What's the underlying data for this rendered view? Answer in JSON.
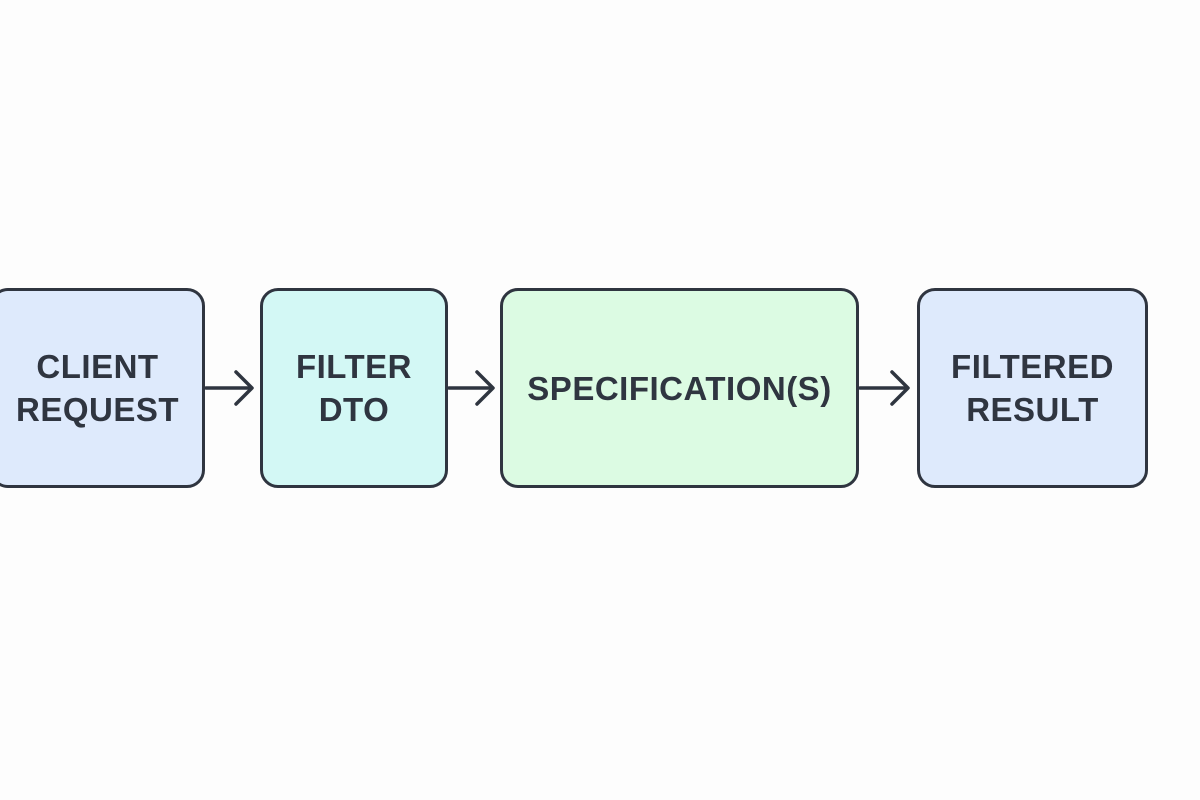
{
  "diagram": {
    "nodes": [
      {
        "id": "client",
        "label": "CLIENT\nREQUEST",
        "color": "#deeafc"
      },
      {
        "id": "filter",
        "label": "FILTER\nDTO",
        "color": "#d3f8f5"
      },
      {
        "id": "spec",
        "label": "SPECIFICATION(S)",
        "color": "#dcfbe3"
      },
      {
        "id": "result",
        "label": "FILTERED\nRESULT",
        "color": "#deeafc"
      }
    ],
    "edges": [
      {
        "from": "client",
        "to": "filter"
      },
      {
        "from": "filter",
        "to": "spec"
      },
      {
        "from": "spec",
        "to": "result"
      }
    ],
    "line_color": "#2f3540"
  }
}
